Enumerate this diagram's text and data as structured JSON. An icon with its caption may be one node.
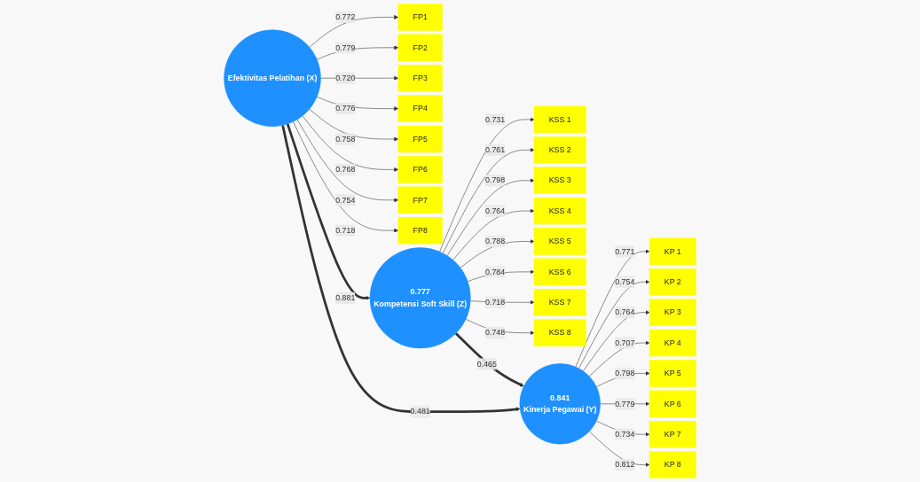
{
  "diagram": {
    "nodes": [
      {
        "text": [
          "KSS 1"
        ]
      },
      {
        "text": [
          "KSS 2"
        ]
      },
      {
        "text": [
          "KSS 3"
        ]
      },
      {
        "text": [
          "KSS 4"
        ]
      },
      {
        "text": [
          "KSS 5"
        ]
      },
      {
        "text": [
          "KSS 6"
        ]
      },
      {
        "text": [
          "KSS 7"
        ]
      },
      {
        "text": [
          "KSS 8"
        ]
      },
      {
        "text": [
          "FP1"
        ]
      },
      {
        "text": [
          "FP2"
        ]
      },
      {
        "text": [
          "FP3"
        ]
      },
      {
        "text": [
          "FP4"
        ]
      },
      {
        "text": [
          "FP5"
        ]
      },
      {
        "text": [
          "FP6"
        ]
      },
      {
        "text": [
          "FP7"
        ]
      },
      {
        "text": [
          "FP8"
        ]
      },
      {
        "text": [
          "Efektivitas Pelatihan (X)"
        ]
      },
      {
        "text": [
          "0.777",
          "Kompetensi Soft Skill (Z)"
        ]
      },
      {
        "text": [
          "0.841",
          "Kinerja Pegawai (Y)"
        ]
      },
      {
        "text": [
          "KP 1"
        ]
      },
      {
        "text": [
          "KP 2"
        ]
      },
      {
        "text": [
          "KP 3"
        ]
      },
      {
        "text": [
          "KP 4"
        ]
      },
      {
        "text": [
          "KP 5"
        ]
      },
      {
        "text": [
          "KP 6"
        ]
      },
      {
        "text": [
          "KP 7"
        ]
      },
      {
        "text": [
          "KP 8"
        ]
      }
    ],
    "edges": [
      {
        "from": 16,
        "to": 17,
        "arrow": "to",
        "label": "0.881",
        "style": "thick"
      },
      {
        "from": 17,
        "to": 18,
        "arrow": "to",
        "label": "0.465",
        "style": "thick"
      },
      {
        "from": 16,
        "to": 18,
        "arrow": "to",
        "label": "0.481",
        "style": "thick"
      },
      {
        "from": 17,
        "to": 0,
        "arrow": "to",
        "label": "0.731"
      },
      {
        "from": 17,
        "to": 1,
        "arrow": "to",
        "label": "0.761"
      },
      {
        "from": 17,
        "to": 2,
        "arrow": "to",
        "label": "0.798"
      },
      {
        "from": 17,
        "to": 3,
        "arrow": "to",
        "label": "0.764"
      },
      {
        "from": 17,
        "to": 4,
        "arrow": "to",
        "label": "0.788"
      },
      {
        "from": 17,
        "to": 5,
        "arrow": "to",
        "label": "0.784"
      },
      {
        "from": 17,
        "to": 6,
        "arrow": "to",
        "label": "0.718"
      },
      {
        "from": 17,
        "to": 7,
        "arrow": "to",
        "label": "0.748"
      },
      {
        "from": 16,
        "to": 8,
        "arrow": "to",
        "label": "0.772"
      },
      {
        "from": 16,
        "to": 9,
        "arrow": "to",
        "label": "0.779"
      },
      {
        "from": 16,
        "to": 10,
        "arrow": "to",
        "label": "0.720"
      },
      {
        "from": 16,
        "to": 11,
        "arrow": "to",
        "label": "0.776"
      },
      {
        "from": 16,
        "to": 12,
        "arrow": "to",
        "label": "0.758"
      },
      {
        "from": 16,
        "to": 13,
        "arrow": "to",
        "label": "0.768"
      },
      {
        "from": 16,
        "to": 14,
        "arrow": "to",
        "label": "0.754"
      },
      {
        "from": 16,
        "to": 15,
        "arrow": "to",
        "label": "0.718"
      },
      {
        "from": 18,
        "to": 19,
        "arrow": "to",
        "label": "0.771"
      },
      {
        "from": 18,
        "to": 20,
        "arrow": "to",
        "label": "0.754"
      },
      {
        "from": 18,
        "to": 21,
        "arrow": "to",
        "label": "0.764"
      },
      {
        "from": 18,
        "to": 22,
        "arrow": "to",
        "label": "0.707"
      },
      {
        "from": 18,
        "to": 23,
        "arrow": "to",
        "label": "0.798"
      },
      {
        "from": 18,
        "to": 24,
        "arrow": "to",
        "label": "0.779"
      },
      {
        "from": 18,
        "to": 25,
        "arrow": "to",
        "label": "0.734"
      },
      {
        "from": 18,
        "to": 26,
        "arrow": "to",
        "label": "0.812"
      }
    ]
  }
}
